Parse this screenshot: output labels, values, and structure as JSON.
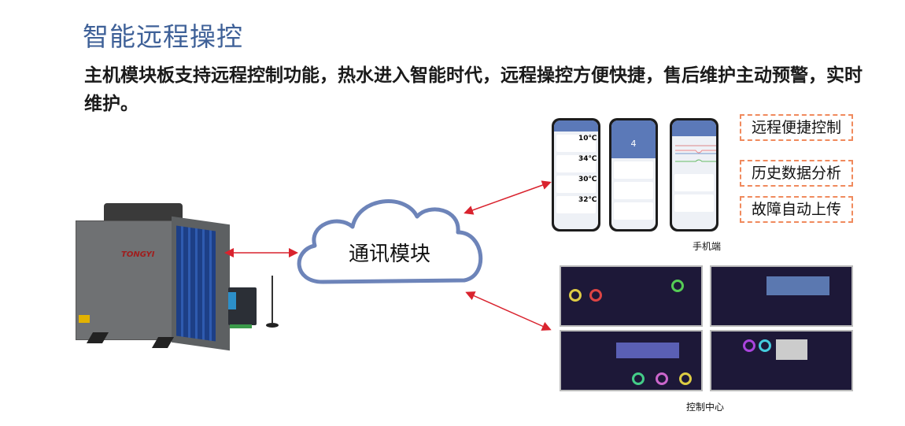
{
  "title": "智能远程操控",
  "description": "主机模块板支持远程控制功能，热水进入智能时代，远程操控方便快捷，售后维护主动预警，实时维护。",
  "product": {
    "brand": "TONGYI"
  },
  "cloud": {
    "label": "通讯模块"
  },
  "features": [
    "远程便捷控制",
    "历史数据分析",
    "故障自动上传"
  ],
  "phones": {
    "caption": "手机端",
    "temps": [
      "10℃",
      "34℃",
      "30℃",
      "32℃"
    ],
    "gauge_value": "4"
  },
  "dashboards": {
    "caption": "控制中心"
  },
  "colors": {
    "title": "#3f6198",
    "arrow": "#d9232e",
    "cloud": "#6d84b9",
    "feature_border": "#f08a5d"
  }
}
